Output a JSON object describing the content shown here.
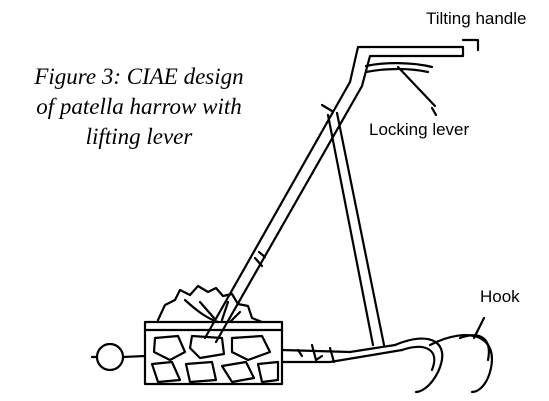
{
  "caption": {
    "lines": [
      "Figure 3: CIAE design",
      "of patella harrow with",
      "lifting lever"
    ]
  },
  "labels": {
    "tilting_handle": "Tilting handle",
    "locking_lever": "Locking lever",
    "hook": "Hook"
  }
}
